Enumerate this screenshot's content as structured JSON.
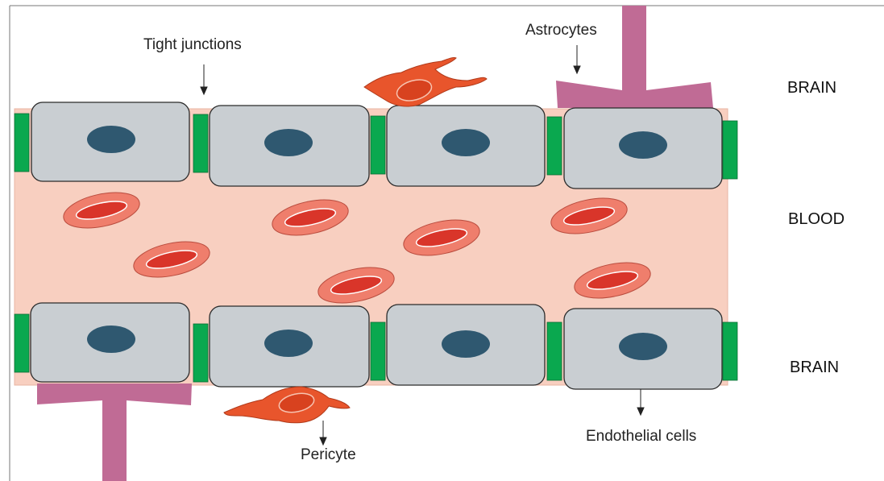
{
  "labels": {
    "tight_junctions": "Tight junctions",
    "astrocytes": "Astrocytes",
    "brain_top": "BRAIN",
    "blood": "BLOOD",
    "brain_bottom": "BRAIN",
    "endothelial_cells": "Endothelial cells",
    "pericyte": "Pericyte"
  },
  "colors": {
    "vessel": "#f8cfc0",
    "cell_fill": "#c9ced2",
    "cell_stroke": "#2b2b2b",
    "nucleus": "#2f5870",
    "junction": "#0aa84f",
    "astrocyte": "#c06b95",
    "rbc_outer": "#ef7e6c",
    "rbc_inner": "#d9352a",
    "pericyte": "#e8552c"
  }
}
